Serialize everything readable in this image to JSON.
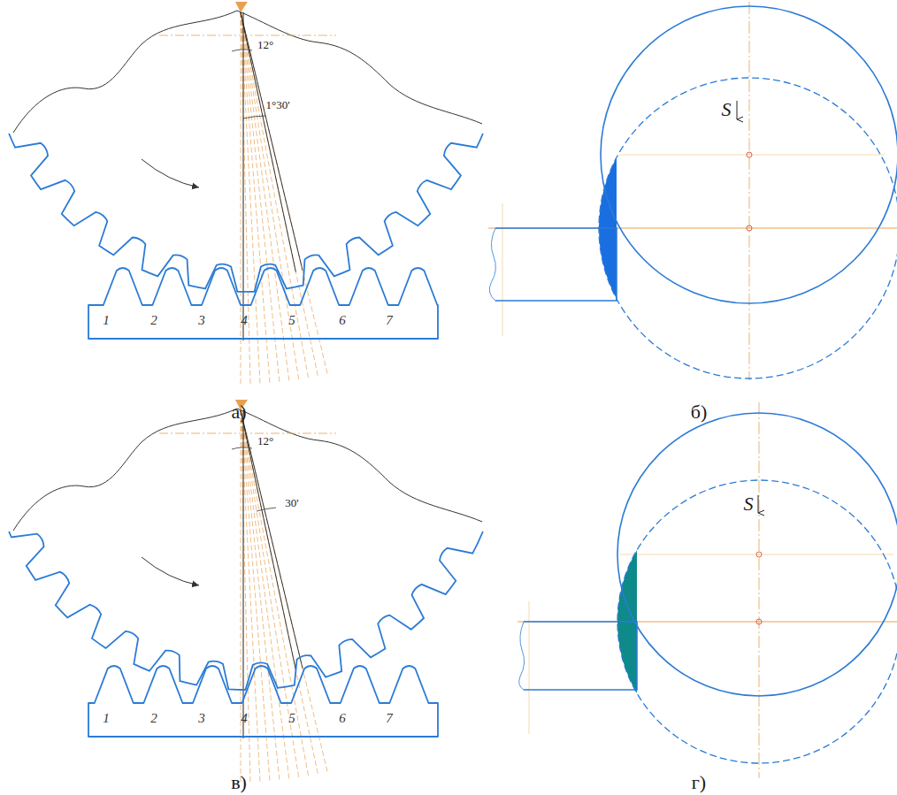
{
  "diagram": {
    "labels": [
      "12°",
      "1°30'",
      "1",
      "2",
      "3",
      "4",
      "5",
      "6",
      "7",
      "а)",
      "S",
      "б)",
      "12°",
      "30'",
      "1",
      "2",
      "3",
      "4",
      "5",
      "6",
      "7",
      "в)",
      "S",
      "г)"
    ]
  }
}
